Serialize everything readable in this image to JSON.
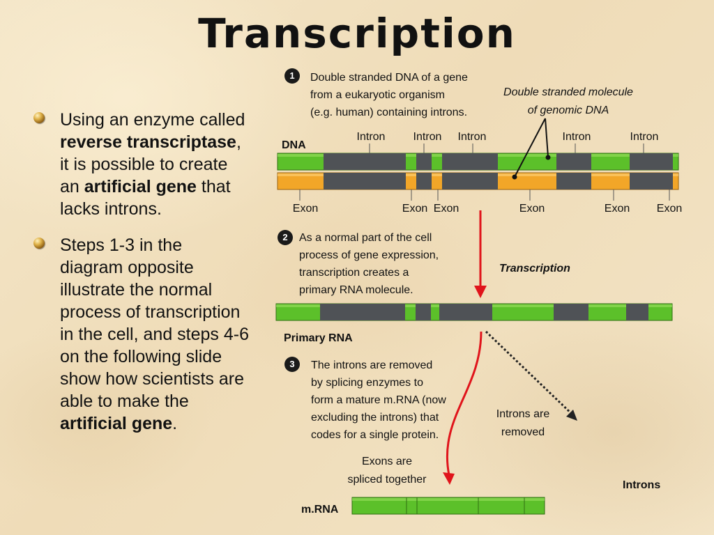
{
  "title": "Transcription",
  "bullets": {
    "b1": [
      "Using an enzyme called ",
      "reverse transcriptase",
      ", it is possible to create an ",
      "artificial gene",
      " that lacks introns."
    ],
    "b2": [
      "Steps 1-3 in the diagram opposite illustrate the normal process of transcription in the cell, and steps 4-6 on the following slide show how scientists are able to make the ",
      "artificial gene",
      "."
    ]
  },
  "diagram": {
    "step_numbers": [
      "1",
      "2",
      "3"
    ],
    "step1_text": [
      "Double stranded DNA of a gene",
      "from a eukaryotic organism",
      "(e.g. human) containing introns."
    ],
    "double_molecule": [
      "Double stranded molecule",
      "of genomic DNA"
    ],
    "dna_label": "DNA",
    "intron_label": "Intron",
    "exon_label": "Exon",
    "step2_text": [
      "As a normal part of the cell",
      "process of gene expression,",
      "transcription creates a",
      "primary RNA molecule."
    ],
    "transcription_label": "Transcription",
    "primary_rna_label": "Primary RNA",
    "step3_text": [
      "The introns are removed",
      "by splicing enzymes to",
      "form a mature m.RNA (now",
      "excluding the introns) that",
      "codes for a single protein."
    ],
    "exons_spliced": [
      "Exons are",
      "spliced together"
    ],
    "introns_removed": [
      "Introns are",
      "removed"
    ],
    "introns_label": "Introns",
    "mrna_label": "m.RNA"
  },
  "colors": {
    "exon_green": "#5cc02a",
    "exon_orange": "#f2a628",
    "intron_gray": "#4f5256",
    "arrow_red": "#e0141b"
  }
}
